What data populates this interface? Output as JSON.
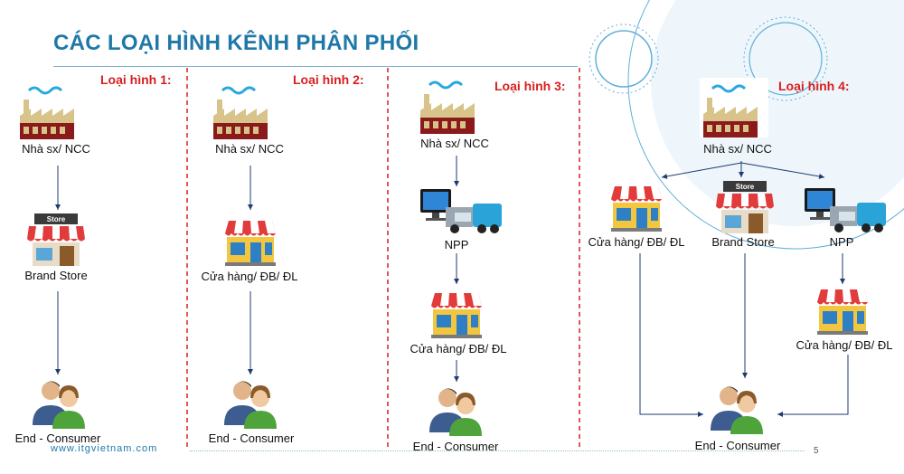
{
  "title": "CÁC LOẠI HÌNH KÊNH PHÂN PHỐI",
  "columns": [
    {
      "label": "Loại hình 1:",
      "nodes": [
        "Nhà sx/ NCC",
        "Brand Store",
        "End - Consumer"
      ]
    },
    {
      "label": "Loại hình 2:",
      "nodes": [
        "Nhà sx/ NCC",
        "Cửa hàng/ ĐB/ ĐL",
        "End - Consumer"
      ]
    },
    {
      "label": "Loại hình 3:",
      "nodes": [
        "Nhà sx/ NCC",
        "NPP",
        "Cửa hàng/ ĐB/ ĐL",
        "End - Consumer"
      ]
    },
    {
      "label": "Loại hình 4:",
      "nodes": [
        "Nhà sx/ NCC",
        "Cửa hàng/ ĐB/ ĐL",
        "Brand Store",
        "NPP",
        "Cửa hàng/ ĐB/ ĐL",
        "End - Consumer"
      ]
    }
  ],
  "store_sign": "Store",
  "footer": {
    "url": "www.itgvietnam.com",
    "page": "5"
  },
  "colors": {
    "title": "#1f78a8",
    "label_red": "#d81f1f",
    "arrow": "#1e3a6e",
    "divider": "#d81f1f",
    "factory": "#d8c48a",
    "factory_dark": "#8b1a1a"
  }
}
